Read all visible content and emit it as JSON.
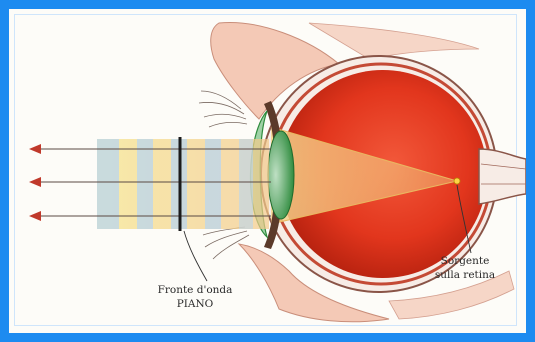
{
  "labels": {
    "wavefront_line1": "Fronte d'onda",
    "wavefront_line2": "PIANO",
    "source_line1": "Sorgente",
    "source_line2": "sulla retina"
  },
  "colors": {
    "frame_border": "#1d8bf0",
    "eye_red": "#e2361d",
    "eye_red_dark": "#b3200e",
    "beam_yellow": "#f6e07a",
    "beam_blue": "#b9d6ef",
    "lens_green": "#2e8b3d",
    "skin": "#f4c9b6",
    "arrow": "#c0392b"
  },
  "icons": {
    "arrow_heads": "left-arrow"
  }
}
